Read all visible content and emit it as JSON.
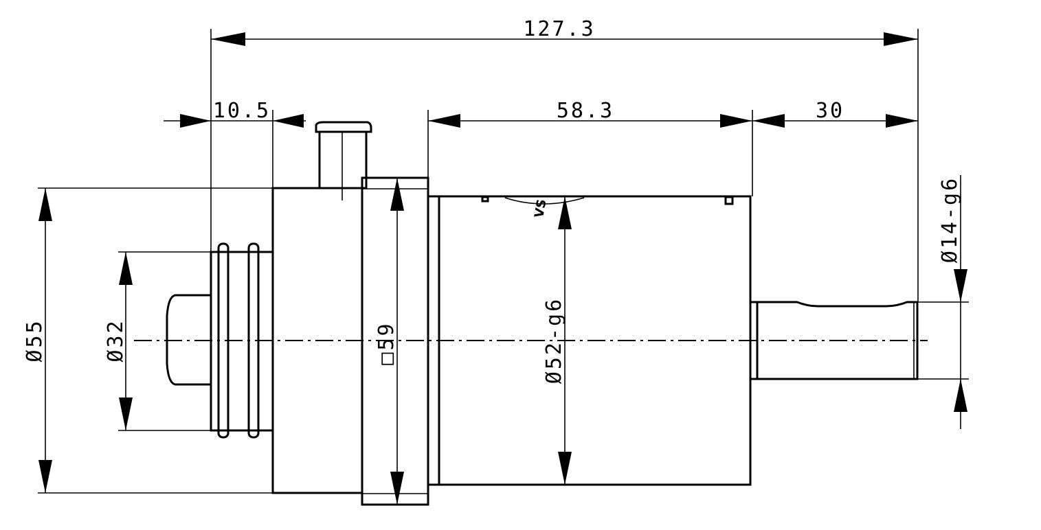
{
  "dimensions": {
    "overall_length": "127.3",
    "left_offset": "10.5",
    "body_length": "58.3",
    "shaft_length": "30",
    "shaft_diameter": "Ø14-g6",
    "body_diameter": "Ø52-g6",
    "flange_square": "□59",
    "outer_diameter": "Ø55",
    "pilot_diameter": "Ø32"
  },
  "logo_text": "VS",
  "colors": {
    "line": "#000000",
    "background": "#ffffff"
  }
}
